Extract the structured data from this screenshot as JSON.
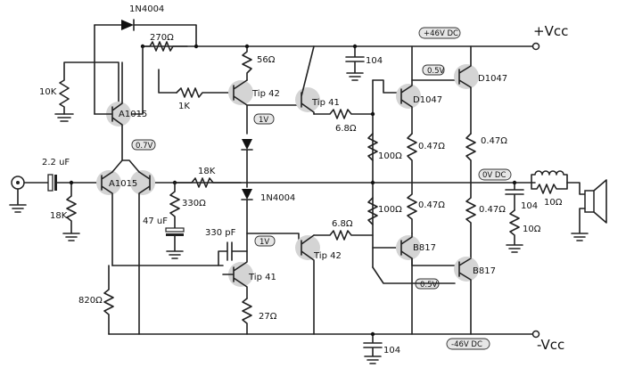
{
  "rails": {
    "vcc_pos": "+Vcc",
    "vcc_neg": "-Vcc",
    "tag_pos": "+46V DC",
    "tag_neg": "-46V DC",
    "tag_out": "0V DC"
  },
  "diode_labels": {
    "top": "1N4004",
    "bias": "1N4004"
  },
  "voltage_tags": {
    "v07": "0.7V",
    "v1_top": "1V",
    "v1_bot": "1V",
    "v05_top": "0.5V",
    "v05_bot": "0.5V"
  },
  "transistors": {
    "a1015_top": "A1015",
    "a1015_pair": "A1015",
    "tip42_top": "Tip 42",
    "tip41_top": "Tip 41",
    "d1047_a": "D1047",
    "d1047_b": "D1047",
    "tip41_bot": "Tip 41",
    "tip42_bot": "Tip 42",
    "b817_a": "B817",
    "b817_b": "B817"
  },
  "components": {
    "r270": "270Ω",
    "r10k": "10K",
    "r1k": "1K",
    "r56": "56Ω",
    "c104_top": "104",
    "r68_top": "6.8Ω",
    "r18k_fb": "18K",
    "c22": "2.2 uF",
    "r18k_in": "18K",
    "r330": "330Ω",
    "c47": "47 uF",
    "c330p": "330 pF",
    "r68_bot": "6.8Ω",
    "r100_top": "100Ω",
    "r100_bot": "100Ω",
    "r047_1": "0.47Ω",
    "r047_2": "0.47Ω",
    "r047_3": "0.47Ω",
    "r047_4": "0.47Ω",
    "r820": "820Ω",
    "r27": "27Ω",
    "c104_out": "104",
    "r10_zob": "10Ω",
    "r10_coil": "10Ω",
    "c104_bot": "104"
  }
}
